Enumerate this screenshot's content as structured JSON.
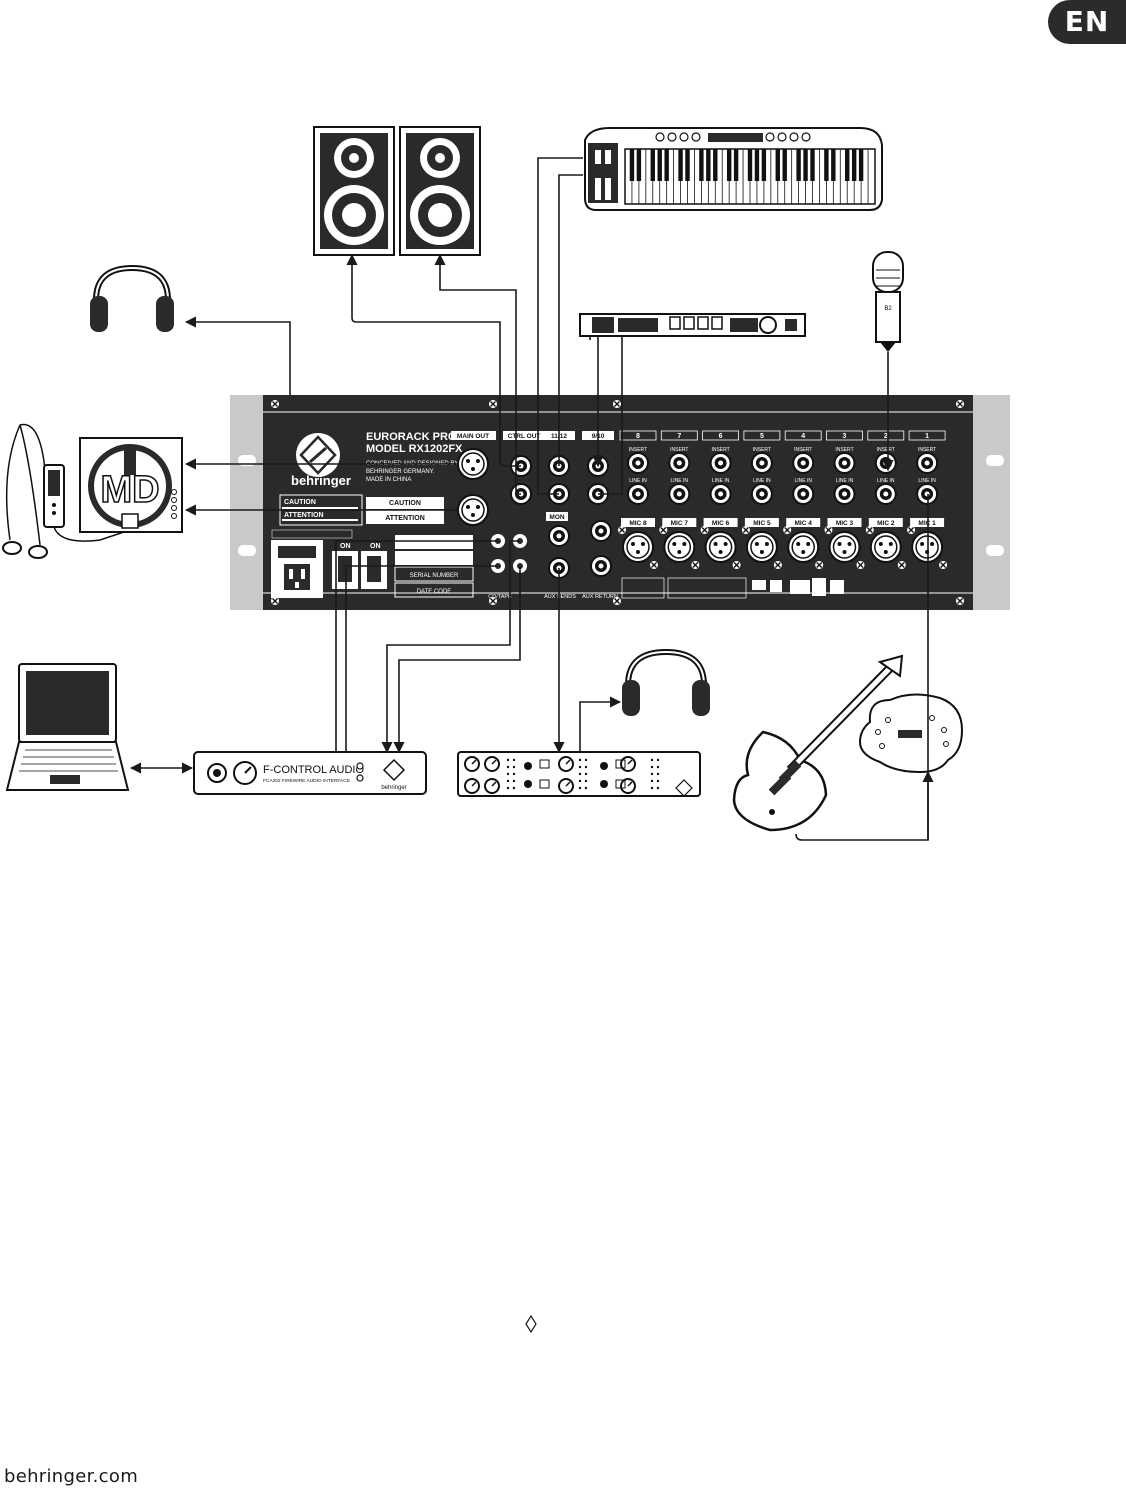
{
  "lang_badge": "EN",
  "footer": {
    "brand": "behringer.com"
  },
  "mixer": {
    "brand": "behringer",
    "product_line": "EURORACK PRO",
    "model": "MODEL RX1202FX",
    "credit_1": "CONCEIVED AND DESIGNED BY",
    "credit_2": "BEHRINGER GERMANY.",
    "credit_3": "MADE IN CHINA",
    "caution_1_title": "CAUTION",
    "caution_2_title": "CAUTION",
    "attention_1_title": "ATTENTION",
    "attention_2_title": "ATTENTION",
    "serial_label": "SERIAL NUMBER",
    "date_label": "DATE CODE",
    "section_main_out": "MAIN OUT",
    "section_ctrl_out": "CTRL OUT",
    "section_11_12": "11/12",
    "section_9_10": "9/10",
    "section_mon": "MON",
    "section_aux_sends": "AUX SENDS",
    "section_aux_returns": "AUX RETURN",
    "section_cd_tape": "CD/TAPE",
    "power_on_1": "ON",
    "power_on_2": "ON",
    "channels": [
      "8",
      "7",
      "6",
      "5",
      "4",
      "3",
      "2",
      "1"
    ],
    "mic_labels": [
      "MIC 8",
      "MIC 7",
      "MIC 6",
      "MIC 5",
      "MIC 4",
      "MIC 3",
      "MIC 2",
      "MIC 1"
    ],
    "jack_insert": "INSERT",
    "jack_line_in": "LINE IN"
  },
  "devices": {
    "md_label": "MD",
    "interface_name": "F-CONTROL AUDIO",
    "interface_sub": "FCA202 FIREWIRE AUDIO INTERFACE",
    "interface_brand": "behringer",
    "mic_label": "B2"
  },
  "colors": {
    "ink": "#1a1a1a",
    "panel": "#2a2a2a",
    "rack_ear": "#c9c9c9",
    "badge": "#2b2b2b"
  }
}
